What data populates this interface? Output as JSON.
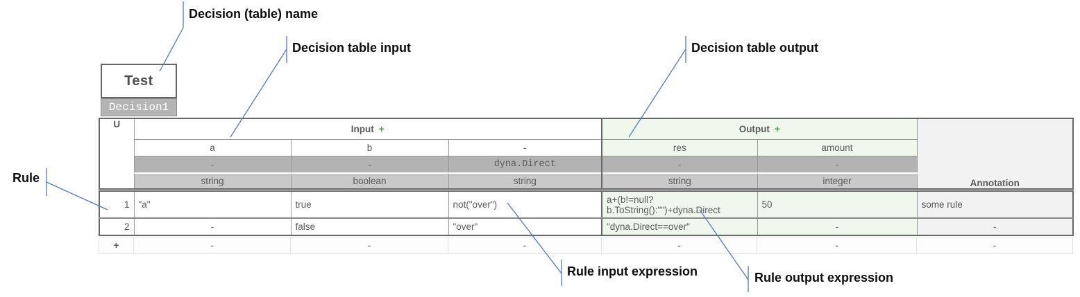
{
  "decision": {
    "name": "Test",
    "tab": "Decision1"
  },
  "callouts": {
    "decision_name": "Decision (table) name",
    "table_input": "Decision table input",
    "table_output": "Decision table output",
    "rule": "Rule",
    "rule_input_expression": "Rule input expression",
    "rule_output_expression": "Rule output expression"
  },
  "table": {
    "hit_policy": "U",
    "input": {
      "label": "Input",
      "add": "+"
    },
    "output": {
      "label": "Output",
      "add": "+"
    },
    "annotation_label": "Annotation",
    "columns": {
      "inputs": [
        {
          "name": "a",
          "expression": "-",
          "type": "string"
        },
        {
          "name": "b",
          "expression": "-",
          "type": "boolean"
        },
        {
          "name": "-",
          "expression": "dyna.Direct",
          "type": "string"
        }
      ],
      "outputs": [
        {
          "name": "res",
          "expression": "-",
          "type": "string"
        },
        {
          "name": "amount",
          "expression": "-",
          "type": "integer"
        }
      ]
    },
    "rules": [
      {
        "number": "1",
        "inputs": [
          "\"a\"",
          "true",
          "not(\"over\")"
        ],
        "outputs": [
          "a+(b!=null? b.ToString():\"\")+dyna.Direct",
          "50"
        ],
        "annotation": "some rule"
      },
      {
        "number": "2",
        "inputs": [
          "-",
          "false",
          "\"over\""
        ],
        "outputs": [
          "\"dyna.Direct==over\"",
          "-"
        ],
        "annotation": "-"
      }
    ],
    "add_row": {
      "add": "+",
      "cells": [
        "-",
        "-",
        "-",
        "-",
        "-",
        "-"
      ]
    }
  },
  "colors": {
    "leader_blue": "#4d7ac3",
    "accent_green": "#43a047",
    "output_bg": "#f0f7ec",
    "annotation_bg": "#f2f2f2",
    "header_dark_gray": "#b3b3b3",
    "header_light_gray": "#c9c9c9"
  }
}
